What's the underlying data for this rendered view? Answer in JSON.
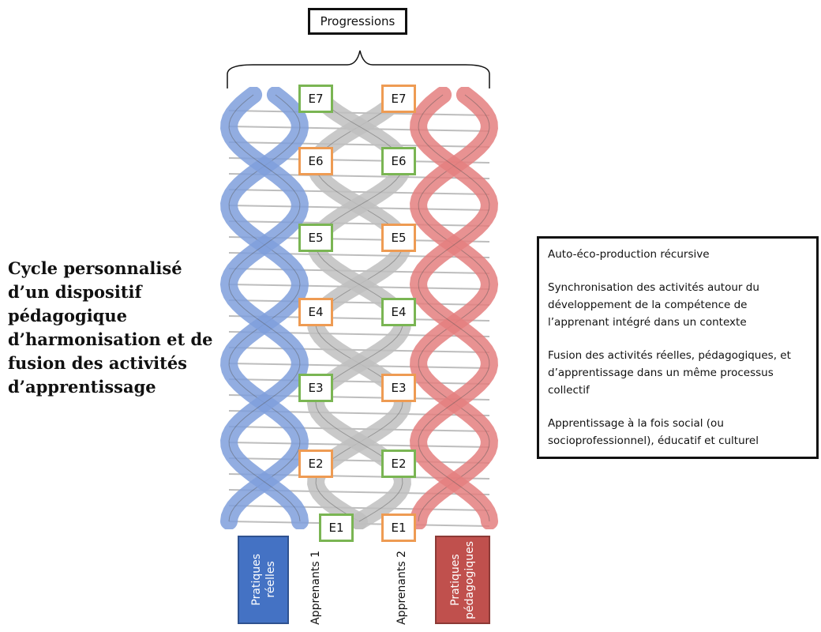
{
  "header": {
    "title": "Progressions"
  },
  "left_title": "Cycle personnalisé d’un dispositif pédagogique d’harmonisation et de fusion des activités d’apprentissage",
  "stages": {
    "left": [
      "E7",
      "E6",
      "E5",
      "E4",
      "E3",
      "E2",
      "E1"
    ],
    "right": [
      "E7",
      "E6",
      "E5",
      "E4",
      "E3",
      "E2",
      "E1"
    ]
  },
  "description": [
    "Auto-éco-production récursive",
    "Synchronisation des activités autour du développement de la compétence de l’apprenant intégré dans un contexte",
    "Fusion des activités réelles, pédagogiques, et d’apprentissage dans un même processus collectif",
    "Apprentissage à la fois social (ou socioprofessionnel), éducatif et culturel"
  ],
  "bottom_labels": {
    "pratiques_reelles": "Pratiques\nréelles",
    "apprenants_1": "Apprenants 1",
    "apprenants_2": "Apprenants 2",
    "pratiques_pedagogiques": "Pratiques\npédagogiques"
  },
  "colors": {
    "strand_blue": "#7f9fdc",
    "strand_red": "#e47f7f",
    "strand_grey": "#bfbfbf",
    "stage_green": "#7ab553",
    "stage_orange": "#ee9b53",
    "label_blue": "#4472c4",
    "label_red": "#c0504d"
  }
}
